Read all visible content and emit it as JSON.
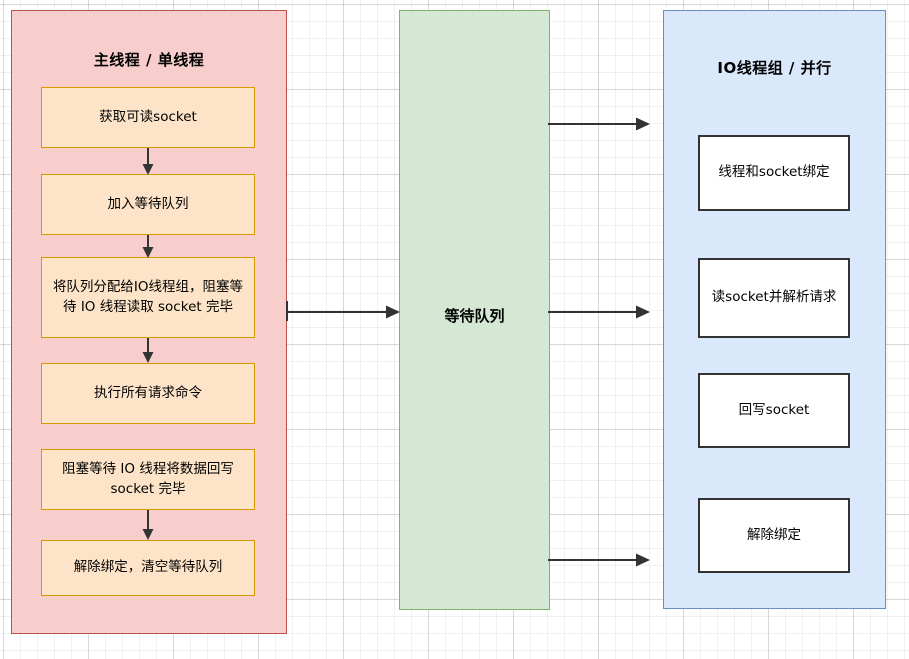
{
  "diagram": {
    "title": "Redis multi-threaded IO model flowchart",
    "colors": {
      "main_lane_fill": "#f8cecc",
      "main_lane_stroke": "#b85450",
      "queue_lane_fill": "#d5e8d4",
      "queue_lane_stroke": "#82b366",
      "io_lane_fill": "#dae8fc",
      "io_lane_stroke": "#6c8ebf",
      "step_fill": "#fde4c8",
      "step_stroke": "#d79b00",
      "io_step_fill": "#ffffff",
      "io_step_stroke": "#333333",
      "arrow": "#333333",
      "canvas_bg": "#ffffff"
    }
  },
  "lanes": {
    "main": {
      "title": "主线程 / 单线程",
      "steps": [
        {
          "label": "获取可读socket"
        },
        {
          "label": "加入等待队列"
        },
        {
          "label": "将队列分配给IO线程组，阻塞等待 IO 线程读取 socket 完毕"
        },
        {
          "label": "执行所有请求命令"
        },
        {
          "label": "阻塞等待 IO 线程将数据回写 socket 完毕"
        },
        {
          "label": "解除绑定，清空等待队列"
        }
      ]
    },
    "queue": {
      "title": "等待队列"
    },
    "io": {
      "title": "IO线程组 / 并行",
      "steps": [
        {
          "label": "线程和socket绑定"
        },
        {
          "label": "读socket并解析请求"
        },
        {
          "label": "回写socket"
        },
        {
          "label": "解除绑定"
        }
      ]
    }
  },
  "connections": [
    {
      "name": "main-to-queue",
      "from": "main-lane",
      "to": "queue-lane"
    },
    {
      "name": "queue-to-io-bind",
      "from": "queue-lane",
      "to": "io-lane"
    },
    {
      "name": "queue-to-io-read",
      "from": "queue-lane",
      "to": "io-lane"
    },
    {
      "name": "queue-to-io-unbind",
      "from": "queue-lane",
      "to": "io-lane"
    }
  ]
}
